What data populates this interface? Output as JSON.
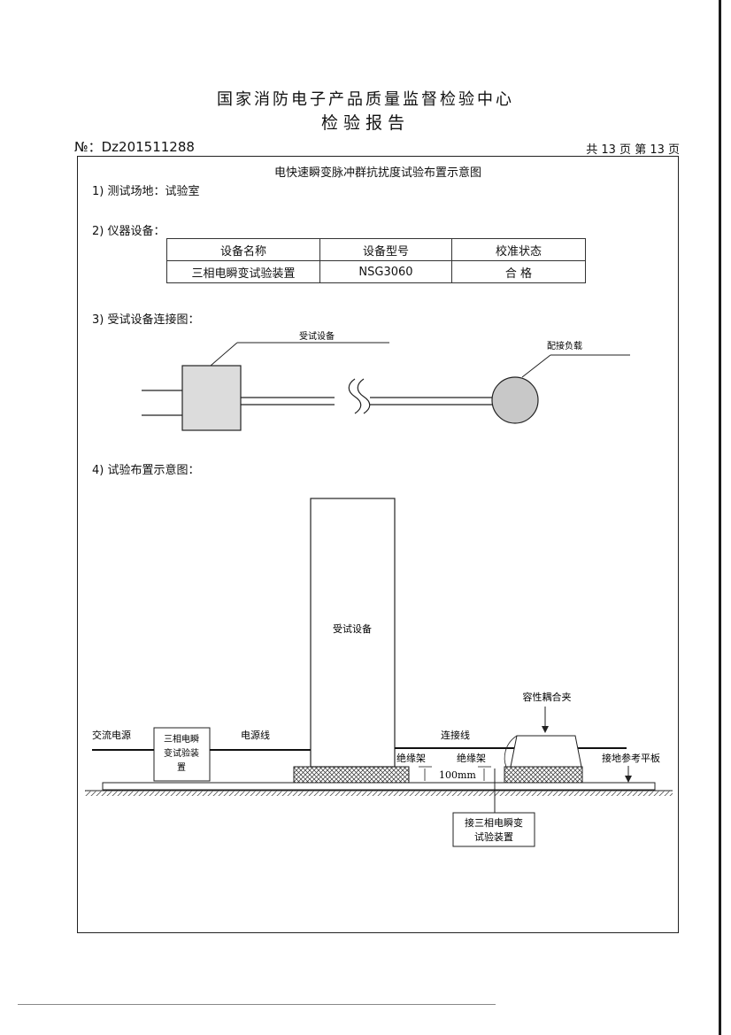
{
  "header": {
    "org_name": "国家消防电子产品质量监督检验中心",
    "report_title": "检验报告",
    "report_no": "№：Dz201511288",
    "page_count": "共 13 页   第 13 页"
  },
  "sheet_title": "电快速瞬变脉冲群抗扰度试验布置示意图",
  "sections": {
    "s1": "1) 测试场地：试验室",
    "s2": "2) 仪器设备：",
    "s3": "3) 受试设备连接图：",
    "s4": "4) 试验布置示意图："
  },
  "equipment_table": {
    "headers": [
      "设备名称",
      "设备型号",
      "校准状态"
    ],
    "rows": [
      [
        "三相电瞬变试验装置",
        "NSG3060",
        "合 格"
      ]
    ]
  },
  "connection_diagram": {
    "eut_label": "受试设备",
    "load_label": "配接负载"
  },
  "layout_diagram": {
    "eut_label": "受试设备",
    "coupling_clamp": "容性耦合夹",
    "ac_power": "交流电源",
    "generator_l1": "三相电瞬",
    "generator_l2": "变试验装",
    "generator_l3": "置",
    "power_line": "电源线",
    "connect_line": "连接线",
    "insulator_1": "绝缘架",
    "insulator_2": "绝缘架",
    "height": "100mm",
    "ground_plane": "接地参考平板",
    "connect_to_l1": "接三相电瞬变",
    "connect_to_l2": "试验装置"
  }
}
